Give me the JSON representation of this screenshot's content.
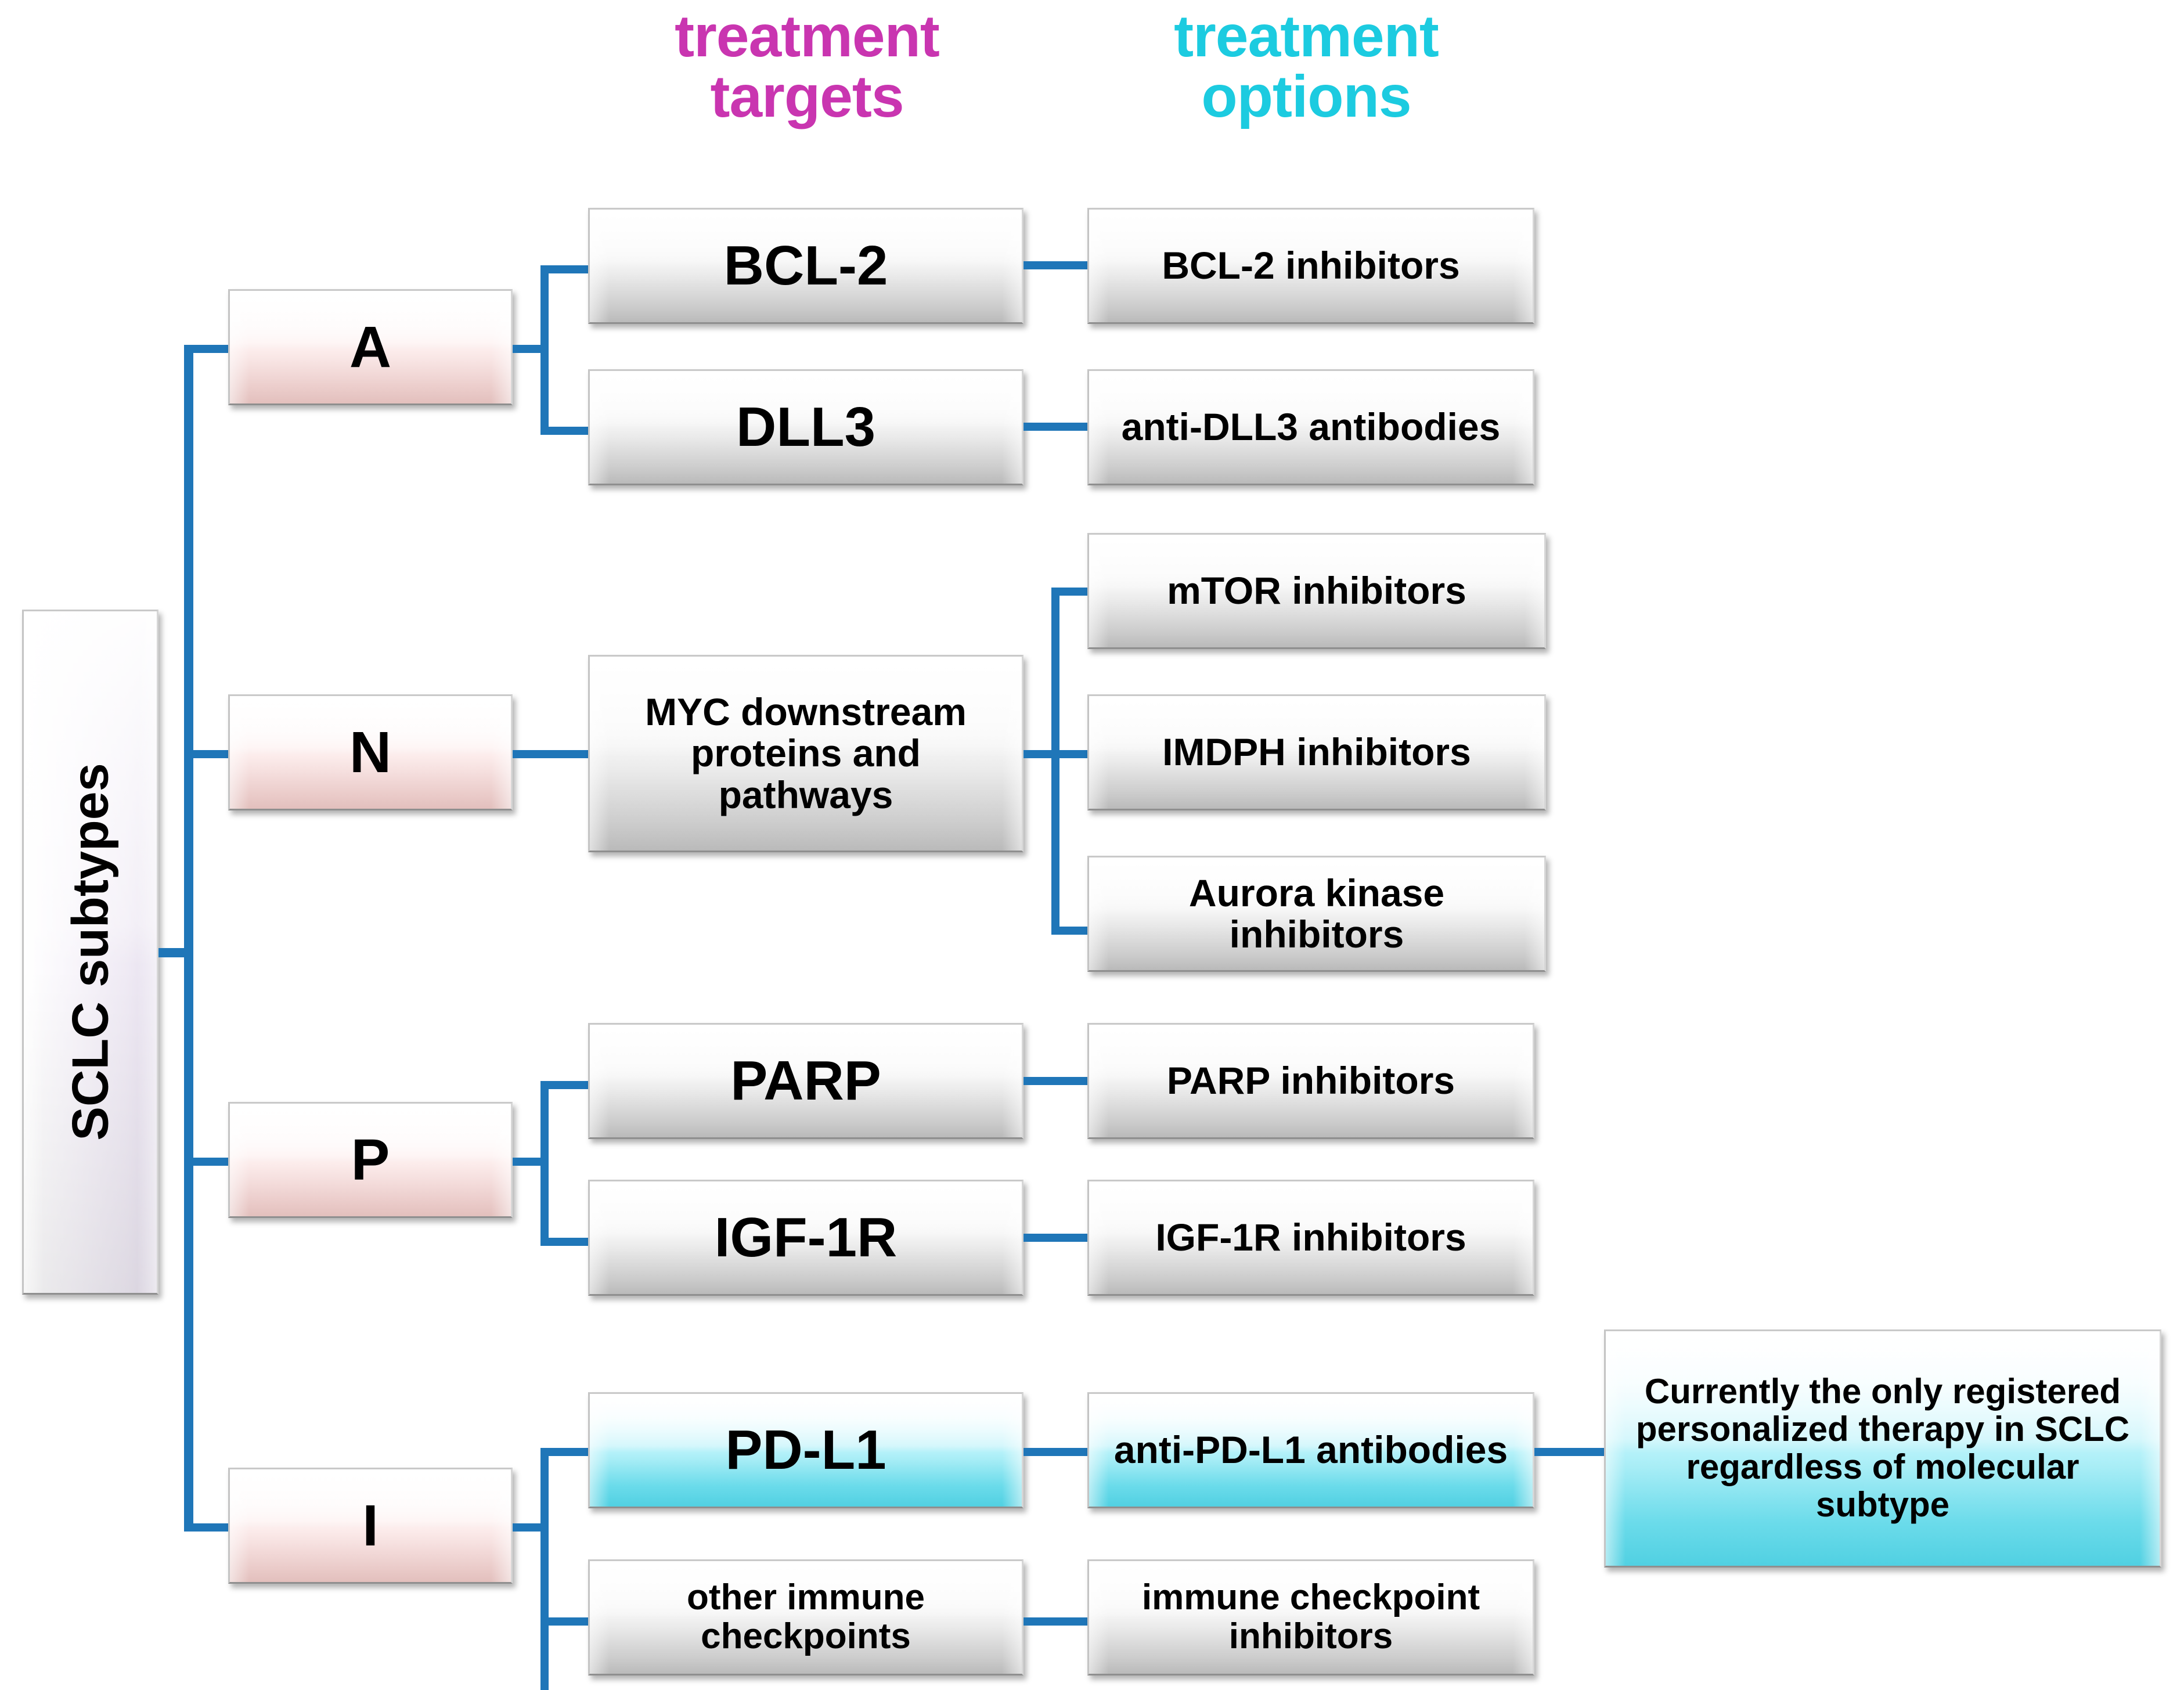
{
  "headers": {
    "targets": "treatment\ntargets",
    "targets_line1": "treatment",
    "targets_line2": "targets",
    "options_line1": "treatment",
    "options_line2": "options",
    "targets_color": "#C935B0",
    "options_color": "#1CCBE0"
  },
  "root": {
    "label": "SCLC subtypes"
  },
  "colors": {
    "connector_blue": "#1F76B8",
    "subtype_pink": "#F7D6D4",
    "highlight_cyan": "#6FE5F5",
    "box_gray": "#D7D7D7"
  },
  "subtypes": [
    {
      "id": "A",
      "label": "A",
      "targets": [
        {
          "label": "BCL-2",
          "highlight": false,
          "options": [
            {
              "label": "BCL-2 inhibitors",
              "highlight": false
            }
          ]
        },
        {
          "label": "DLL3",
          "highlight": false,
          "options": [
            {
              "label": "anti-DLL3 antibodies",
              "highlight": false
            }
          ]
        }
      ]
    },
    {
      "id": "N",
      "label": "N",
      "targets": [
        {
          "label": "MYC downstream proteins and pathways",
          "highlight": false,
          "options": [
            {
              "label": "mTOR inhibitors",
              "highlight": false
            },
            {
              "label": "IMDPH inhibitors",
              "highlight": false
            },
            {
              "label": "Aurora kinase inhibitors",
              "highlight": false
            }
          ]
        }
      ]
    },
    {
      "id": "P",
      "label": "P",
      "targets": [
        {
          "label": "PARP",
          "highlight": false,
          "options": [
            {
              "label": "PARP inhibitors",
              "highlight": false
            }
          ]
        },
        {
          "label": "IGF-1R",
          "highlight": false,
          "options": [
            {
              "label": "IGF-1R inhibitors",
              "highlight": false
            }
          ]
        }
      ]
    },
    {
      "id": "I",
      "label": "I",
      "targets": [
        {
          "label": "PD-L1",
          "highlight": true,
          "options": [
            {
              "label": "anti-PD-L1 antibodies",
              "highlight": true
            }
          ]
        },
        {
          "label": "other immune checkpoints",
          "highlight": false,
          "options": [
            {
              "label": "immune checkpoint inhibitors",
              "highlight": false
            }
          ]
        }
      ]
    }
  ],
  "annotation": {
    "label": "Currently the only registered personalized therapy in SCLC regardless of molecular subtype"
  }
}
